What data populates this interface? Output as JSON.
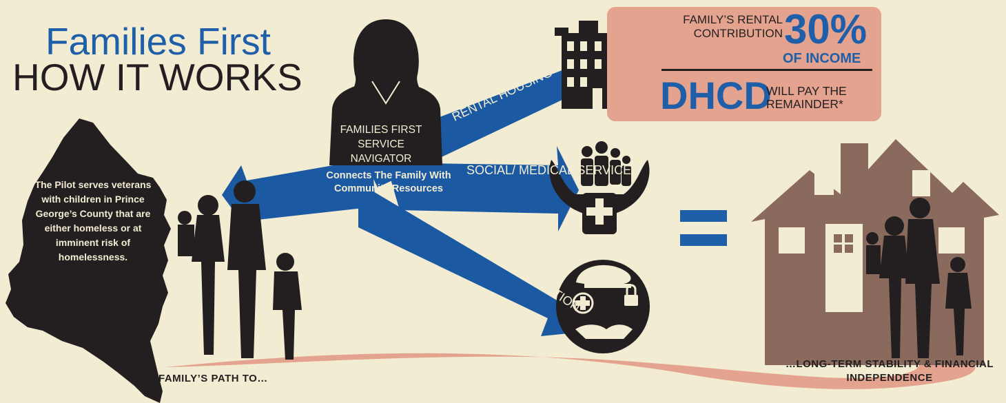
{
  "title": {
    "line1": "Families First",
    "line2": "HOW IT WORKS"
  },
  "map_text": "The Pilot serves veterans with children in Prince George’s County that are either homeless or at imminent risk of homelessness.",
  "navigator": {
    "label": "FAMILIES FIRST SERVICE NAVIGATOR",
    "connects": "Connects The Family With Community Resources"
  },
  "arrows": {
    "rental": "RENTAL HOUSING",
    "social": "SOCIAL/ MEDICAL SERVICES",
    "training": "TRAINING/ EDUCATION"
  },
  "rental_panel": {
    "contribution": "FAMILY’S RENTAL CONTRIBUTION",
    "percent": "30%",
    "of_income": "OF INCOME",
    "agency": "DHCD",
    "agency_pays": "WILL PAY THE REMAINDER*"
  },
  "path": {
    "start": "FAMILY’S PATH TO…",
    "end": "…LONG-TERM STABILITY & FINANCIAL INDEPENDENCE"
  },
  "colors": {
    "background": "#f2ecd2",
    "blue": "#1f5ea8",
    "arrow_blue": "#1b5aa3",
    "dark": "#231f20",
    "salmon": "#e4a38e",
    "house": "#8a6a5c"
  }
}
